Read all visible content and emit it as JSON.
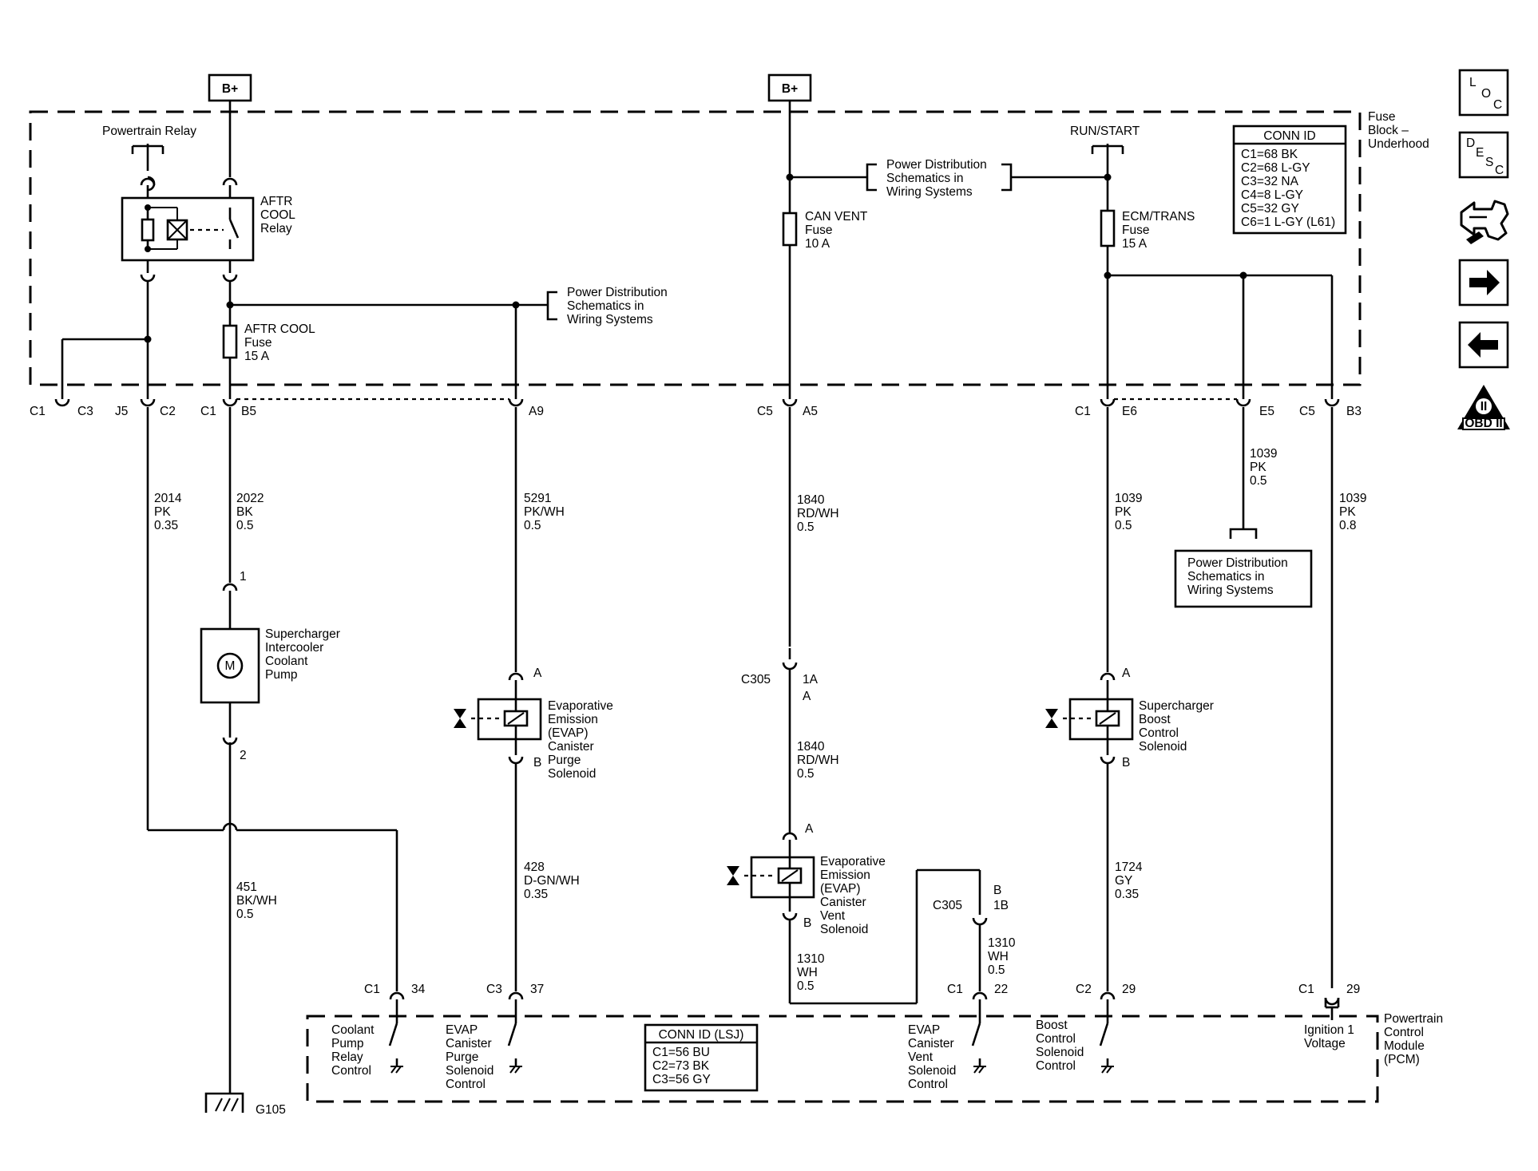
{
  "top": {
    "bplus_left": "B+",
    "bplus_mid": "B+"
  },
  "fuse_block": {
    "title": [
      "Fuse",
      "Block –",
      "Underhood"
    ],
    "powertrain_relay": "Powertrain Relay",
    "run_start": "RUN/START",
    "aftr_cool_relay": [
      "AFTR",
      "COOL",
      "Relay"
    ],
    "aftr_cool_fuse": [
      "AFTR COOL",
      "Fuse",
      "15 A"
    ],
    "can_vent_fuse": [
      "CAN VENT",
      "Fuse",
      "10 A"
    ],
    "ecm_trans_fuse": [
      "ECM/TRANS",
      "Fuse",
      "15 A"
    ],
    "pd_ref_top": [
      "Power Distribution",
      "Schematics in",
      "Wiring Systems"
    ],
    "pd_ref_left": [
      "Power Distribution",
      "Schematics in",
      "Wiring Systems"
    ],
    "conn_id_title": "CONN ID",
    "conn_id": [
      "C1=68 BK",
      "C2=68 L-GY",
      "C3=32 NA",
      "C4=8 L-GY",
      "C5=32 GY",
      "C6=1 L-GY (L61)"
    ]
  },
  "connectors": {
    "c1": "C1",
    "c3": "C3",
    "j5": "J5",
    "c2": "C2",
    "c1b": "C1",
    "b5": "B5",
    "a9": "A9",
    "c5": "C5",
    "a5": "A5",
    "c1c": "C1",
    "e6": "E6",
    "e5": "E5",
    "c5b": "C5",
    "b3": "B3"
  },
  "wires": {
    "w2014": [
      "2014",
      "PK",
      "0.35"
    ],
    "w2022": [
      "2022",
      "BK",
      "0.5"
    ],
    "w5291": [
      "5291",
      "PK/WH",
      "0.5"
    ],
    "w1840a": [
      "1840",
      "RD/WH",
      "0.5"
    ],
    "w1039a": [
      "1039",
      "PK",
      "0.5"
    ],
    "w1039b": [
      "1039",
      "PK",
      "0.5"
    ],
    "w1039c": [
      "1039",
      "PK",
      "0.8"
    ],
    "w451": [
      "451",
      "BK/WH",
      "0.5"
    ],
    "w428": [
      "428",
      "D-GN/WH",
      "0.35"
    ],
    "w1840b": [
      "1840",
      "RD/WH",
      "0.5"
    ],
    "w1310a": [
      "1310",
      "WH",
      "0.5"
    ],
    "w1310b": [
      "1310",
      "WH",
      "0.5"
    ],
    "w1724": [
      "1724",
      "GY",
      "0.35"
    ]
  },
  "pd_ref_right": [
    "Power Distribution",
    "Schematics in",
    "Wiring Systems"
  ],
  "components": {
    "pump": [
      "Supercharger",
      "Intercooler",
      "Coolant",
      "Pump"
    ],
    "pump_pin1": "1",
    "pump_pin2": "2",
    "motor": "M",
    "evap_purge": [
      "Evaporative",
      "Emission",
      "(EVAP)",
      "Canister",
      "Purge",
      "Solenoid"
    ],
    "purge_a": "A",
    "purge_b": "B",
    "evap_vent": [
      "Evaporative",
      "Emission",
      "(EVAP)",
      "Canister",
      "Vent",
      "Solenoid"
    ],
    "vent_a": "A",
    "vent_b": "B",
    "boost": [
      "Supercharger",
      "Boost",
      "Control",
      "Solenoid"
    ],
    "boost_a": "A",
    "boost_b": "B",
    "c305_top": "C305",
    "c305_top_1a": "1A",
    "c305_top_a": "A",
    "c305_bot": "C305",
    "c305_bot_b": "B",
    "c305_bot_1b": "1B",
    "ground": "G105"
  },
  "pcm": {
    "title": [
      "Powertrain",
      "Control",
      "Module",
      "(PCM)"
    ],
    "pins": [
      {
        "conn": "C1",
        "pin": "34"
      },
      {
        "conn": "C3",
        "pin": "37"
      },
      {
        "conn": "C1",
        "pin": "22"
      },
      {
        "conn": "C2",
        "pin": "29"
      },
      {
        "conn": "C1",
        "pin": "29"
      }
    ],
    "coolant": [
      "Coolant",
      "Pump",
      "Relay",
      "Control"
    ],
    "purge": [
      "EVAP",
      "Canister",
      "Purge",
      "Solenoid",
      "Control"
    ],
    "vent": [
      "EVAP",
      "Canister",
      "Vent",
      "Solenoid",
      "Control"
    ],
    "boost": [
      "Boost",
      "Control",
      "Solenoid",
      "Control"
    ],
    "ign": [
      "Ignition 1",
      "Voltage"
    ],
    "conn_id_title": "CONN ID (LSJ)",
    "conn_id": [
      "C1=56 BU",
      "C2=73 BK",
      "C3=56 GY"
    ]
  },
  "nav": {
    "loc_l": "L",
    "loc_o": "O",
    "loc_c": "C",
    "desc_d": "D",
    "desc_e": "E",
    "desc_s": "S",
    "desc_c": "C",
    "obd": "OBD II",
    "obd_roman": "II"
  }
}
